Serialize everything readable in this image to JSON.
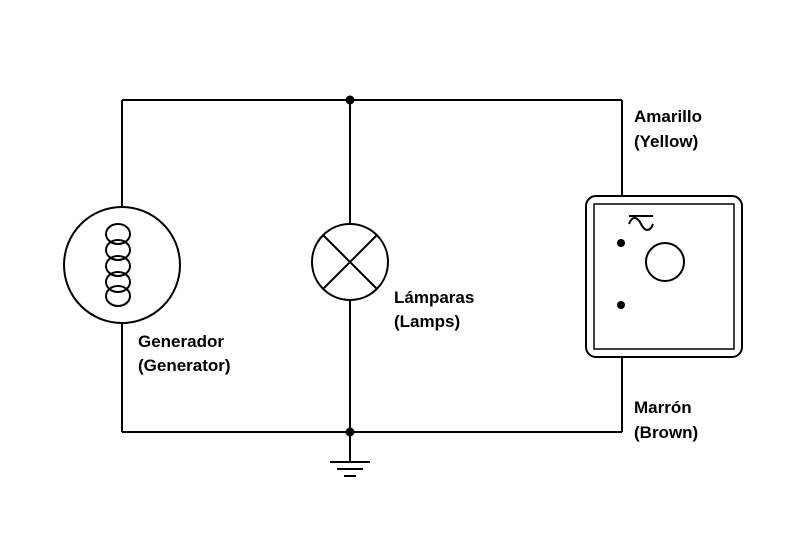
{
  "diagram": {
    "type": "electrical-schematic",
    "colors": {
      "line": "#000000",
      "background": "#ffffff"
    },
    "components": {
      "generator": "generator-coil-symbol",
      "lamp": "lamp-cross-symbol",
      "regulator": "regulator-box-symbol",
      "ground": "ground-symbol",
      "ac": "ac-sine-icon"
    },
    "labels": {
      "generator_es": "Generador",
      "generator_en": "(Generator)",
      "lamps_es": "Lámparas",
      "lamps_en": "(Lamps)",
      "yellow_es": "Amarillo",
      "yellow_en": "(Yellow)",
      "brown_es": "Marrón",
      "brown_en": "(Brown)"
    }
  }
}
